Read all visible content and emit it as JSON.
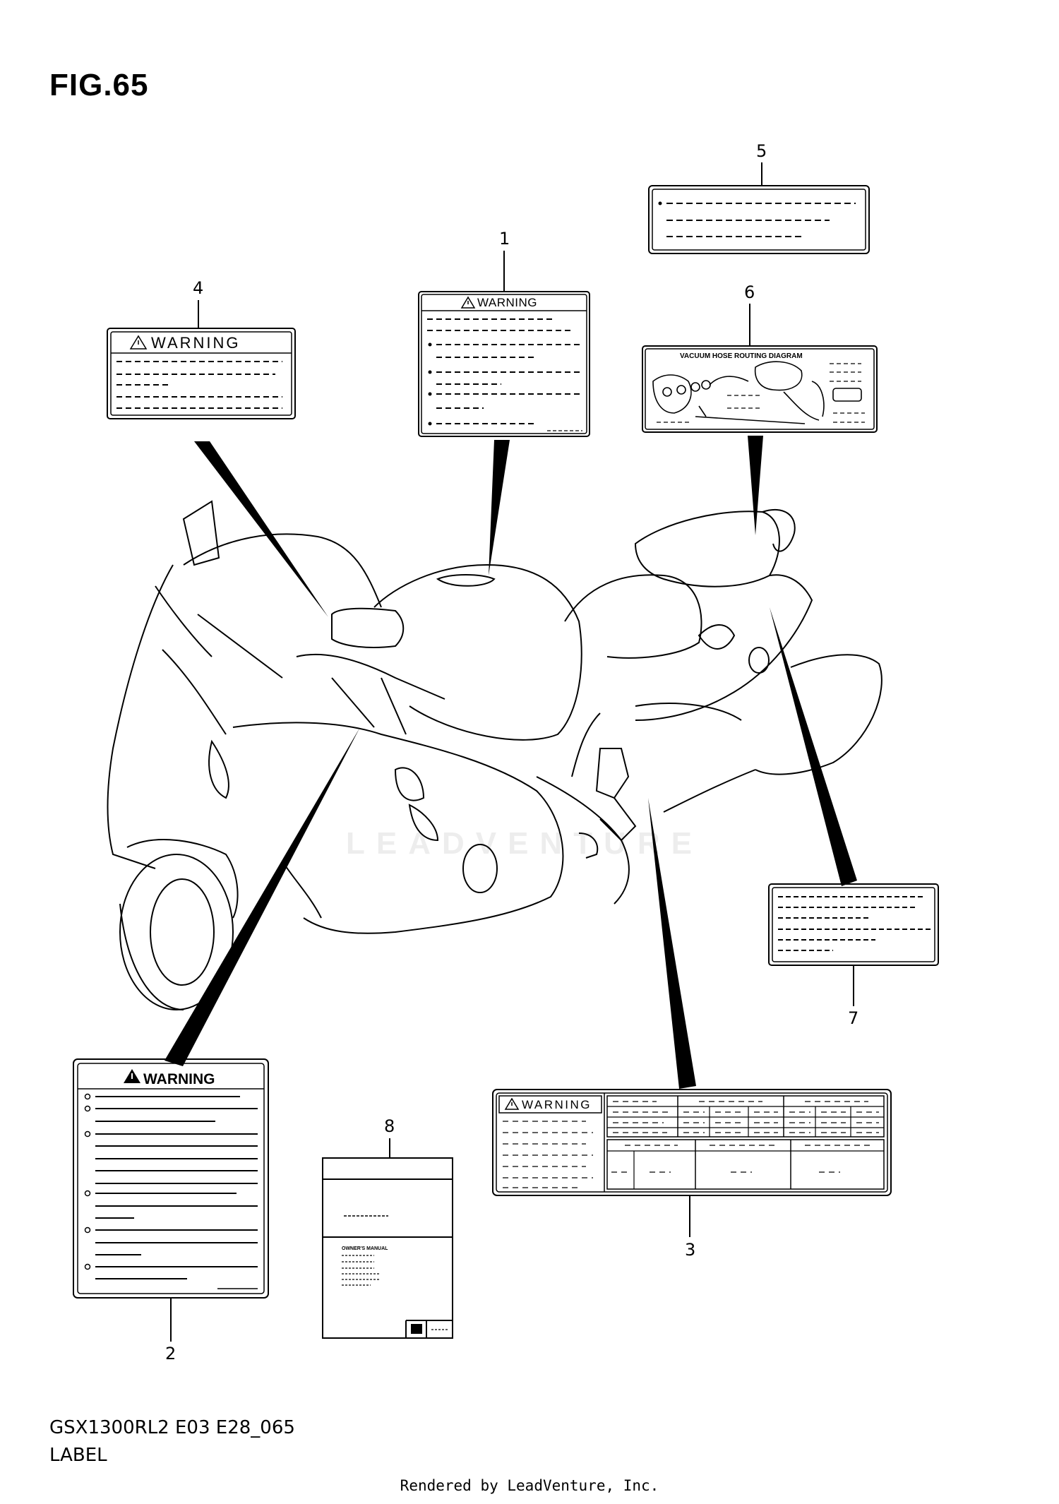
{
  "figure": {
    "title": "FIG.65",
    "model_code": "GSX1300RL2 E03 E28_065",
    "section": "LABEL"
  },
  "footer": "Rendered by LeadVenture, Inc.",
  "watermark": "LEADVENTURE",
  "callouts": [
    "1",
    "2",
    "3",
    "4",
    "5",
    "6",
    "7",
    "8"
  ],
  "labels": {
    "warning_text": "WARNING",
    "vacuum_title": "VACUUM HOSE ROUTING DIAGRAM",
    "owners_manual": "OWNER'S MANUAL"
  }
}
